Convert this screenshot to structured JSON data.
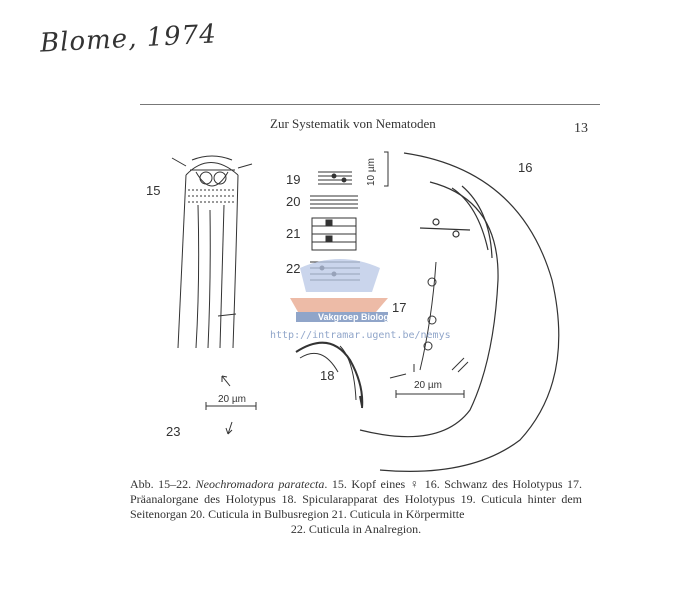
{
  "handwritten_note": "Blome, 1974",
  "header": {
    "running_title": "Zur Systematik von Nematoden",
    "page_number": "13"
  },
  "figure": {
    "labels": {
      "fig15": "15",
      "fig16": "16",
      "fig17": "17",
      "fig18": "18",
      "fig19": "19",
      "fig20": "20",
      "fig21": "21",
      "fig22": "22",
      "fig23": "23"
    },
    "scale_bars": {
      "vertical": "10 µm",
      "lower_left": "20 µm",
      "lower_right": "20 µm"
    }
  },
  "watermark": {
    "brand": "Vakgroep Biologie",
    "url": "http://intramar.ugent.be/nemys"
  },
  "caption": {
    "prefix": "Abb. 15–22. ",
    "species": "Neochromadora paratecta",
    "body": ". 15. Kopf eines ♀ 16. Schwanz des Holotypus 17. Präanalorgane des Holotypus 18. Spicularapparat des Holotypus 19. Cuticula hinter dem Seitenorgan 20. Cuticula in Bulbusregion 21. Cuticula in Körpermitte",
    "last_line": "22. Cuticula in Analregion."
  }
}
